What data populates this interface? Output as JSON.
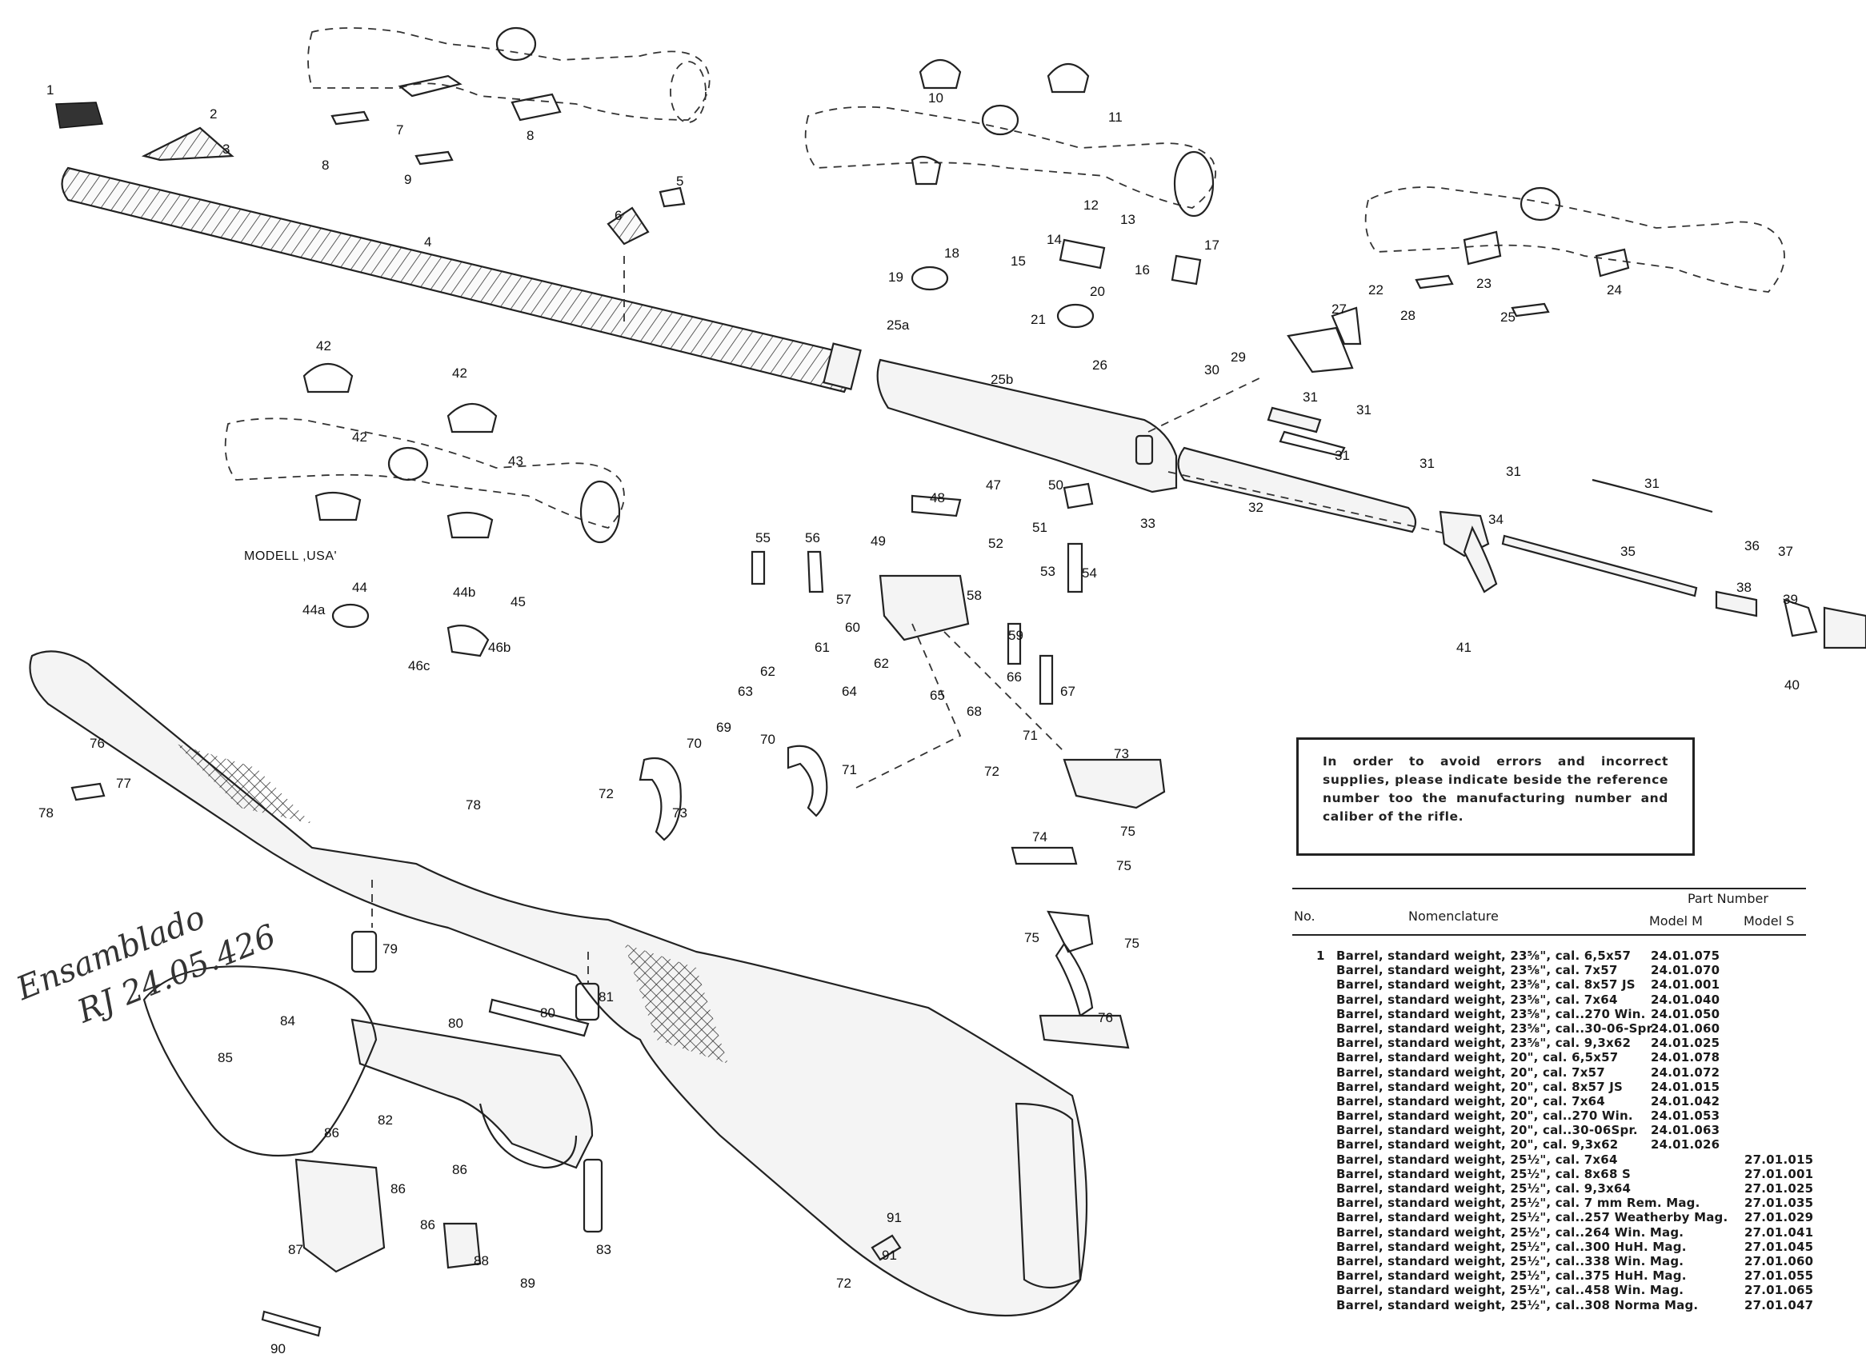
{
  "diagram": {
    "model_label": "MODELL ,USA'",
    "handwritten_note": [
      "Ensamblado",
      "RJ 24.05.426"
    ],
    "callouts": [
      "1",
      "2",
      "3",
      "4",
      "5",
      "6",
      "7",
      "8",
      "8",
      "9",
      "10",
      "11",
      "12",
      "13",
      "14",
      "15",
      "16",
      "17",
      "18",
      "19",
      "20",
      "21",
      "22",
      "23",
      "24",
      "25",
      "25a",
      "25b",
      "26",
      "27",
      "28",
      "29",
      "30",
      "31",
      "31",
      "31",
      "31",
      "31",
      "31",
      "32",
      "33",
      "34",
      "35",
      "36",
      "37",
      "38",
      "39",
      "40",
      "41",
      "42",
      "42",
      "42",
      "43",
      "44",
      "44a",
      "44b",
      "45",
      "46b",
      "46c",
      "47",
      "48",
      "49",
      "50",
      "51",
      "52",
      "53",
      "54",
      "55",
      "56",
      "57",
      "58",
      "59",
      "60",
      "61",
      "62",
      "62",
      "63",
      "64",
      "65",
      "66",
      "67",
      "68",
      "69",
      "70",
      "70",
      "71",
      "71",
      "72",
      "72",
      "73",
      "73",
      "74",
      "75",
      "75",
      "75",
      "75",
      "76",
      "76",
      "77",
      "78",
      "78",
      "79",
      "80",
      "80",
      "81",
      "82",
      "83",
      "84",
      "85",
      "86",
      "86",
      "86",
      "86",
      "87",
      "88",
      "89",
      "90",
      "91",
      "91"
    ]
  },
  "notice": {
    "text": "In order to avoid errors and incorrect supplies, please indicate beside the reference number too the manufacturing number and caliber of the rifle."
  },
  "parts_table": {
    "col_no": "No.",
    "col_nomenclature": "Nomenclature",
    "col_part_number": "Part Number",
    "col_model_m": "Model M",
    "col_model_s": "Model S",
    "rows": [
      {
        "no": "1",
        "nomenclature": "Barrel, standard weight, 23⅝\", cal. 6,5x57",
        "model_m": "24.01.075",
        "model_s": ""
      },
      {
        "no": "",
        "nomenclature": "Barrel, standard weight, 23⅝\", cal. 7x57",
        "model_m": "24.01.070",
        "model_s": ""
      },
      {
        "no": "",
        "nomenclature": "Barrel, standard weight, 23⅝\", cal. 8x57 JS",
        "model_m": "24.01.001",
        "model_s": ""
      },
      {
        "no": "",
        "nomenclature": "Barrel, standard weight, 23⅝\", cal. 7x64",
        "model_m": "24.01.040",
        "model_s": ""
      },
      {
        "no": "",
        "nomenclature": "Barrel, standard weight, 23⅝\", cal..270 Win.",
        "model_m": "24.01.050",
        "model_s": ""
      },
      {
        "no": "",
        "nomenclature": "Barrel, standard weight, 23⅝\", cal..30-06-Spr.",
        "model_m": "24.01.060",
        "model_s": ""
      },
      {
        "no": "",
        "nomenclature": "Barrel, standard weight, 23⅝\", cal. 9,3x62",
        "model_m": "24.01.025",
        "model_s": ""
      },
      {
        "no": "",
        "nomenclature": "Barrel, standard weight, 20\", cal. 6,5x57",
        "model_m": "24.01.078",
        "model_s": ""
      },
      {
        "no": "",
        "nomenclature": "Barrel, standard weight, 20\", cal. 7x57",
        "model_m": "24.01.072",
        "model_s": ""
      },
      {
        "no": "",
        "nomenclature": "Barrel, standard weight, 20\", cal. 8x57 JS",
        "model_m": "24.01.015",
        "model_s": ""
      },
      {
        "no": "",
        "nomenclature": "Barrel, standard weight, 20\", cal. 7x64",
        "model_m": "24.01.042",
        "model_s": ""
      },
      {
        "no": "",
        "nomenclature": "Barrel, standard weight, 20\", cal..270 Win.",
        "model_m": "24.01.053",
        "model_s": ""
      },
      {
        "no": "",
        "nomenclature": "Barrel, standard weight, 20\", cal..30-06Spr.",
        "model_m": "24.01.063",
        "model_s": ""
      },
      {
        "no": "",
        "nomenclature": "Barrel, standard weight, 20\", cal. 9,3x62",
        "model_m": "24.01.026",
        "model_s": ""
      },
      {
        "no": "",
        "nomenclature": "Barrel, standard weight, 25½\", cal. 7x64",
        "model_m": "",
        "model_s": "27.01.015"
      },
      {
        "no": "",
        "nomenclature": "Barrel, standard weight, 25½\", cal. 8x68 S",
        "model_m": "",
        "model_s": "27.01.001"
      },
      {
        "no": "",
        "nomenclature": "Barrel, standard weight, 25½\", cal. 9,3x64",
        "model_m": "",
        "model_s": "27.01.025"
      },
      {
        "no": "",
        "nomenclature": "Barrel, standard weight, 25½\", cal. 7 mm Rem. Mag.",
        "model_m": "",
        "model_s": "27.01.035"
      },
      {
        "no": "",
        "nomenclature": "Barrel, standard weight, 25½\", cal..257 Weatherby Mag.",
        "model_m": "",
        "model_s": "27.01.029"
      },
      {
        "no": "",
        "nomenclature": "Barrel, standard weight, 25½\", cal..264 Win. Mag.",
        "model_m": "",
        "model_s": "27.01.041"
      },
      {
        "no": "",
        "nomenclature": "Barrel, standard weight, 25½\", cal..300 HuH. Mag.",
        "model_m": "",
        "model_s": "27.01.045"
      },
      {
        "no": "",
        "nomenclature": "Barrel, standard weight, 25½\", cal..338 Win. Mag.",
        "model_m": "",
        "model_s": "27.01.060"
      },
      {
        "no": "",
        "nomenclature": "Barrel, standard weight, 25½\", cal..375 HuH. Mag.",
        "model_m": "",
        "model_s": "27.01.055"
      },
      {
        "no": "",
        "nomenclature": "Barrel, standard weight, 25½\", cal..458 Win. Mag.",
        "model_m": "",
        "model_s": "27.01.065"
      },
      {
        "no": "",
        "nomenclature": "Barrel, standard weight, 25½\", cal..308 Norma Mag.",
        "model_m": "",
        "model_s": "27.01.047"
      }
    ]
  }
}
